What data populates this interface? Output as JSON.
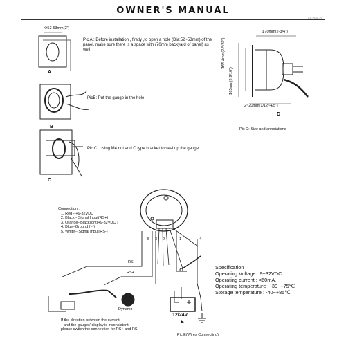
{
  "header": {
    "title": "OWNER'S MANUAL",
    "code": "CA-WAL-20"
  },
  "pic_a": {
    "dimension": "Φ52-53mm(2\")",
    "letter": "A",
    "text": "Pic A : Before installation , firstly ,to open a hole (Dia:52~53mm) of the panel. make sure there is a space with (70mm backyard of panel) as well"
  },
  "pic_b": {
    "letter": "B",
    "text": "PicB: Put the gauge in the hole"
  },
  "pic_c": {
    "letter": "C",
    "text": "Pic C: Using M4 nut and C type bracket to seal up the gauge"
  },
  "pic_d": {
    "letter": "D",
    "dim_top": "Φ70mm(2-3/4\")",
    "dim_left_1": "Φ55.4mm(2-5/32\")",
    "dim_left_2": "Φ65mm(2-9/16\")",
    "dim_bottom": "2~20mm(1/12~4/5\")",
    "caption": "Pic D: Size and annotations"
  },
  "connection": {
    "heading": "Connection :",
    "items": [
      "1.  Red --+9-32VDC",
      "2.  Black-- Signal Input(RS+)",
      "3.  Orange--Blacklight(+9-32VDC )",
      "4.  Blue--Ground ( - )",
      "5.  White-- Signal Input(RS-)"
    ]
  },
  "wiring": {
    "terminals": [
      "5",
      "3",
      "2",
      "1",
      "4"
    ],
    "rs_minus": "RS-",
    "rs_plus": "RS+",
    "dynamo": "Dynamo",
    "battery": "12/24V",
    "letter": "E",
    "caption": "Pic E(Wires Connecting)",
    "note_lines": [
      "If the direction between the current",
      "and the gauges' display is inconsistent,",
      "please swtich the connection for  RS+ and RS-"
    ]
  },
  "specification": {
    "heading": "Specification :",
    "lines": [
      "Operating Voltage : 9~32VDC ,",
      "Operating current : <60mA,",
      "Operating temperature : -30~+75℃",
      "Storage temperature : -40~+85℃,"
    ]
  }
}
